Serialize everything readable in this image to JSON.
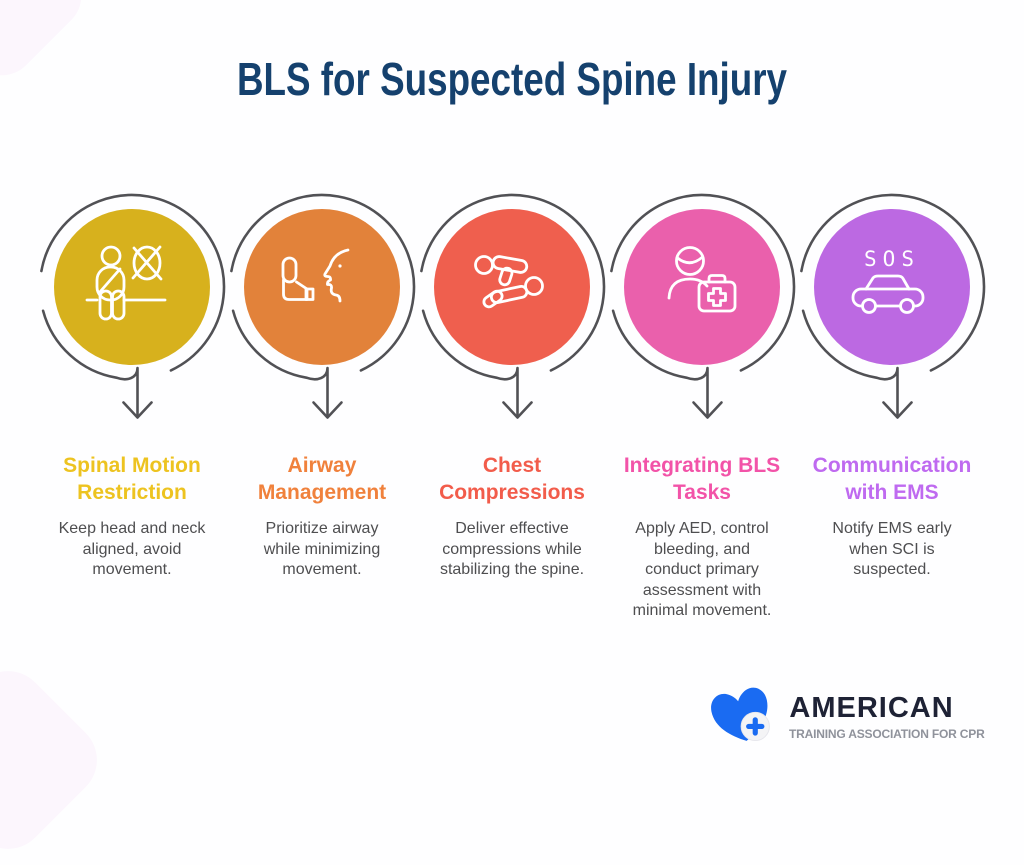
{
  "page": {
    "title": "BLS for Suspected Spine Injury",
    "title_color": "#15416e",
    "background_color": "#fefeff",
    "corner_blob_color": "#fcf6fd",
    "outline_color": "#515155",
    "body_text_color": "#4e4e50"
  },
  "items": [
    {
      "id": "spinal-motion-restriction",
      "heading": "Spinal Motion\nRestriction",
      "heading_color": "#edc320",
      "circle_color": "#d7b11d",
      "icon": "seatbelt-person-no-motion-icon",
      "description": "Keep head and neck\naligned, avoid\nmovement."
    },
    {
      "id": "airway-management",
      "heading": "Airway\nManagement",
      "heading_color": "#f0813c",
      "circle_color": "#e2823a",
      "icon": "inhaler-mouth-icon",
      "description": "Prioritize airway\nwhile minimizing\nmovement."
    },
    {
      "id": "chest-compressions",
      "heading": "Chest\nCompressions",
      "heading_color": "#f25c4b",
      "circle_color": "#ef5f4e",
      "icon": "cpr-compression-icon",
      "description": "Deliver effective\ncompressions while\nstabilizing the spine."
    },
    {
      "id": "integrating-bls-tasks",
      "heading": "Integrating BLS\nTasks",
      "heading_color": "#f253a8",
      "circle_color": "#ea60ac",
      "icon": "responder-first-aid-kit-icon",
      "description": "Apply AED, control\nbleeding, and\nconduct primary\nassessment with\nminimal movement."
    },
    {
      "id": "communication-with-ems",
      "heading": "Communication\nwith EMS",
      "heading_color": "#bf6af0",
      "circle_color": "#bc69e2",
      "icon": "sos-vehicle-icon",
      "icon_label": "SOS",
      "description": "Notify EMS early\nwhen SCI is\nsuspected."
    }
  ],
  "footer": {
    "brand_name": "AMERICAN",
    "brand_name_color": "#1e2235",
    "brand_tagline": "TRAINING ASSOCIATION FOR CPR",
    "brand_tagline_color": "#8f929b",
    "logo_icon": "heart-cross-icon",
    "heart_color": "#1a6bf2"
  }
}
